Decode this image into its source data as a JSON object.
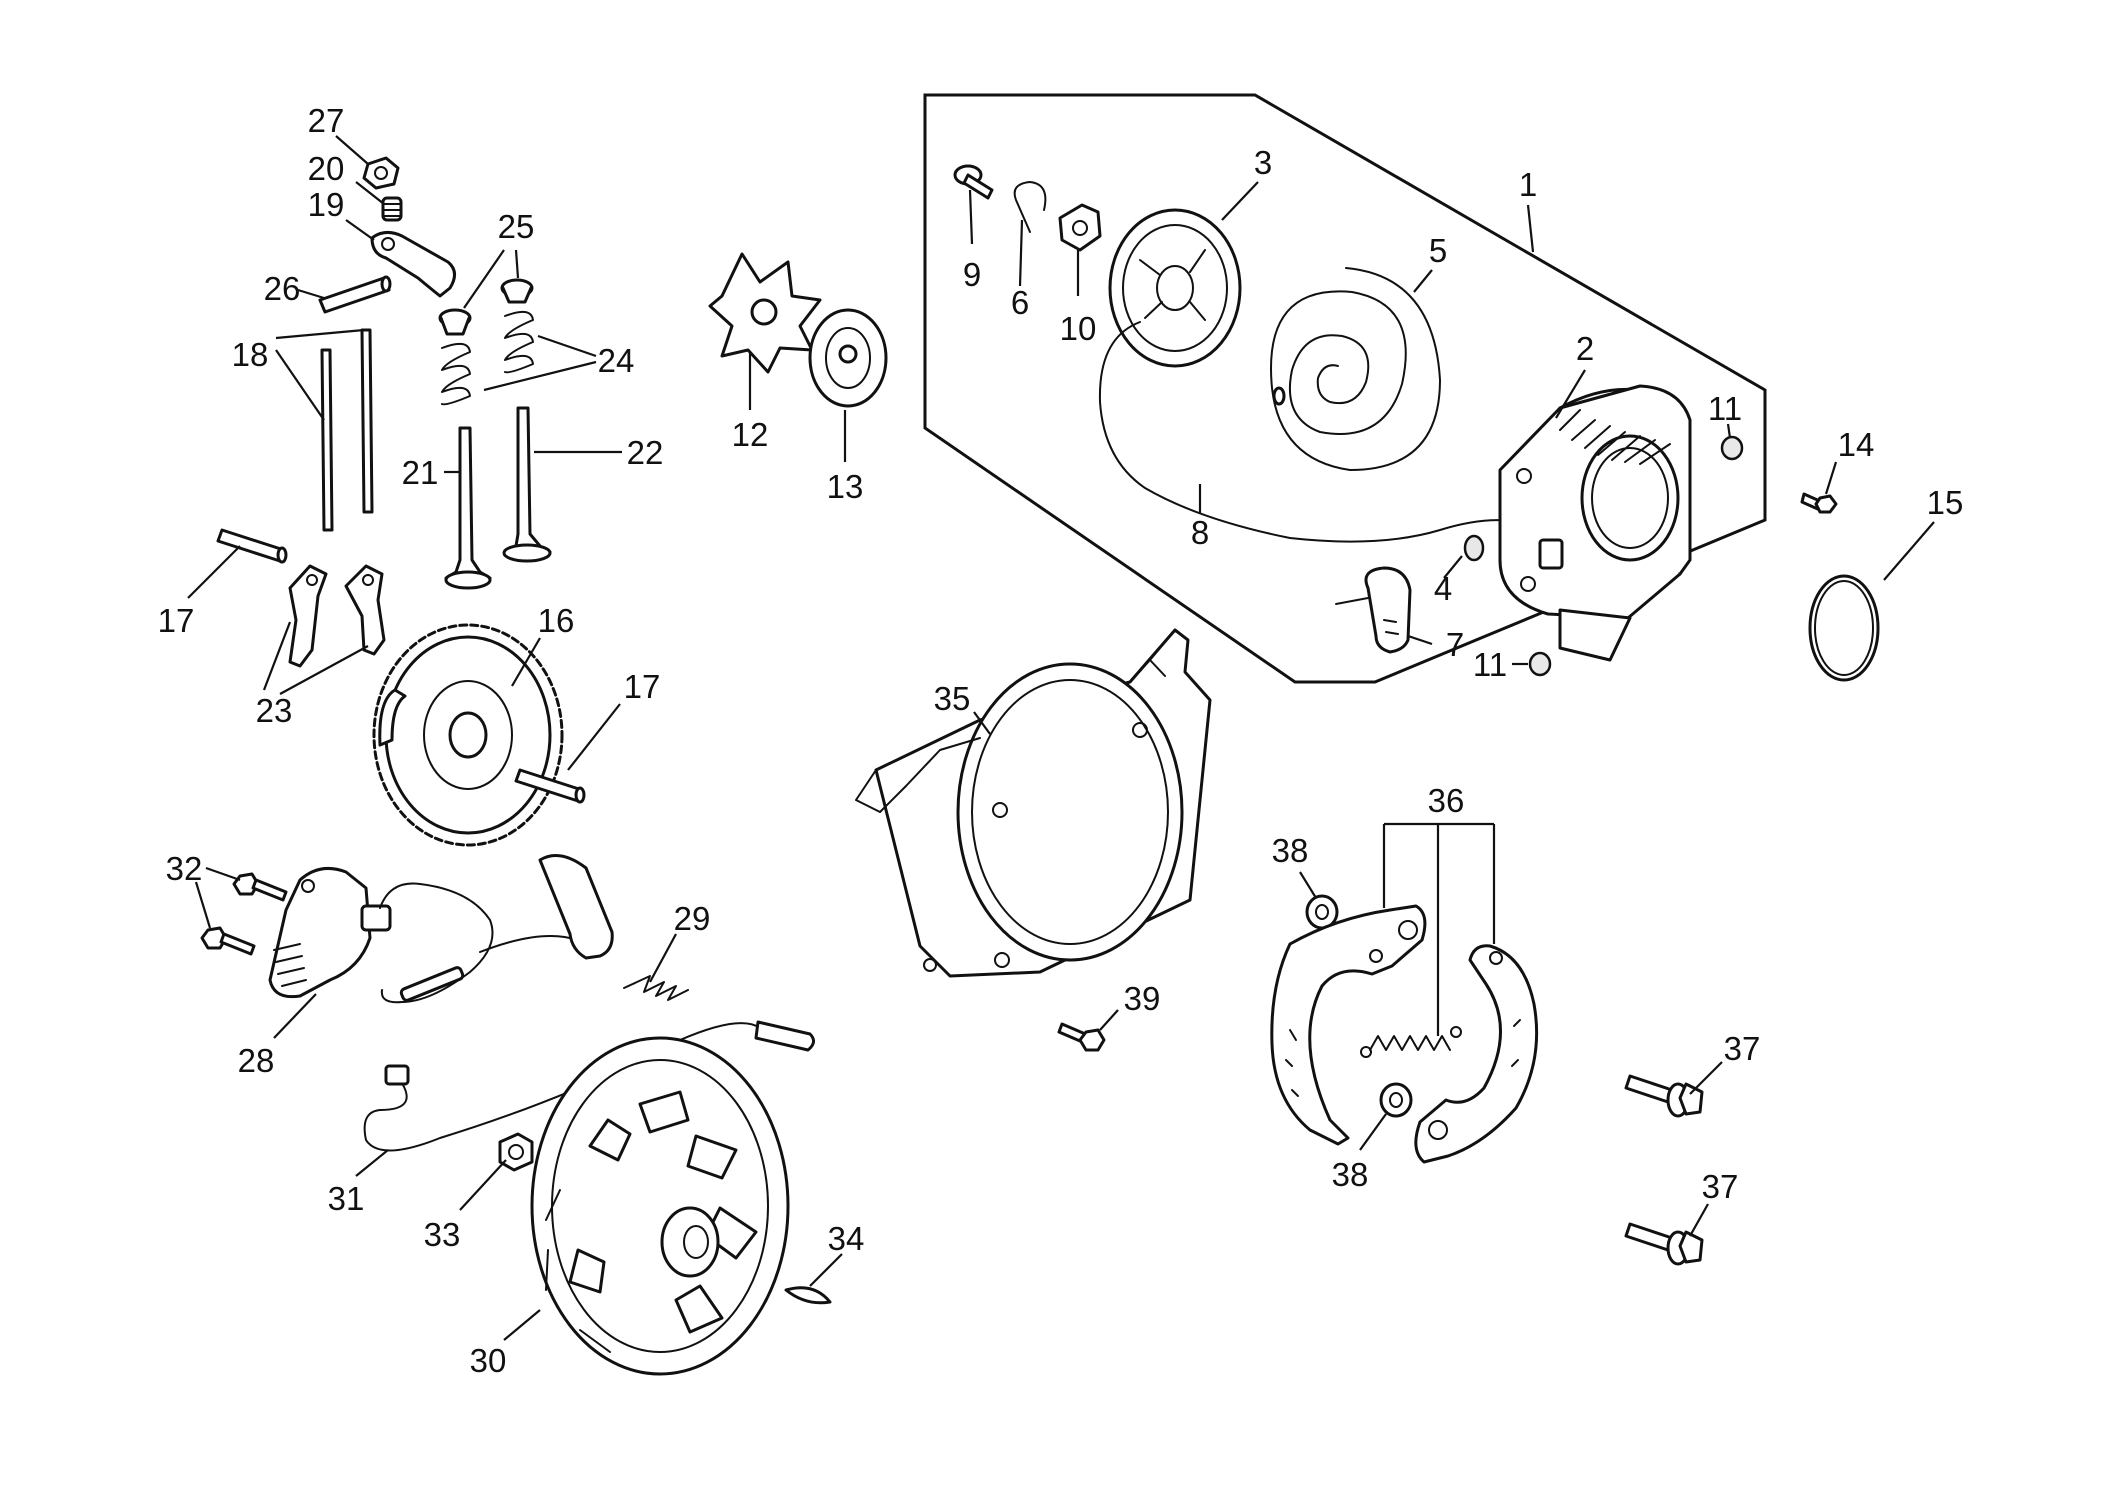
{
  "diagram": {
    "callouts": [
      {
        "id": "c1",
        "text": "1"
      },
      {
        "id": "c2",
        "text": "2"
      },
      {
        "id": "c3",
        "text": "3"
      },
      {
        "id": "c4",
        "text": "4"
      },
      {
        "id": "c5",
        "text": "5"
      },
      {
        "id": "c6",
        "text": "6"
      },
      {
        "id": "c7",
        "text": "7"
      },
      {
        "id": "c8",
        "text": "8"
      },
      {
        "id": "c9",
        "text": "9"
      },
      {
        "id": "c10",
        "text": "10"
      },
      {
        "id": "c11a",
        "text": "11"
      },
      {
        "id": "c11b",
        "text": "11"
      },
      {
        "id": "c12",
        "text": "12"
      },
      {
        "id": "c13",
        "text": "13"
      },
      {
        "id": "c14",
        "text": "14"
      },
      {
        "id": "c15",
        "text": "15"
      },
      {
        "id": "c16",
        "text": "16"
      },
      {
        "id": "c17a",
        "text": "17"
      },
      {
        "id": "c17b",
        "text": "17"
      },
      {
        "id": "c18",
        "text": "18"
      },
      {
        "id": "c19",
        "text": "19"
      },
      {
        "id": "c20",
        "text": "20"
      },
      {
        "id": "c21",
        "text": "21"
      },
      {
        "id": "c22",
        "text": "22"
      },
      {
        "id": "c23",
        "text": "23"
      },
      {
        "id": "c24",
        "text": "24"
      },
      {
        "id": "c25",
        "text": "25"
      },
      {
        "id": "c26",
        "text": "26"
      },
      {
        "id": "c27",
        "text": "27"
      },
      {
        "id": "c28",
        "text": "28"
      },
      {
        "id": "c29",
        "text": "29"
      },
      {
        "id": "c30",
        "text": "30"
      },
      {
        "id": "c31",
        "text": "31"
      },
      {
        "id": "c32",
        "text": "32"
      },
      {
        "id": "c33",
        "text": "33"
      },
      {
        "id": "c34",
        "text": "34"
      },
      {
        "id": "c35",
        "text": "35"
      },
      {
        "id": "c36",
        "text": "36"
      },
      {
        "id": "c37a",
        "text": "37"
      },
      {
        "id": "c37b",
        "text": "37"
      },
      {
        "id": "c38a",
        "text": "38"
      },
      {
        "id": "c38b",
        "text": "38"
      },
      {
        "id": "c39",
        "text": "39"
      }
    ]
  }
}
